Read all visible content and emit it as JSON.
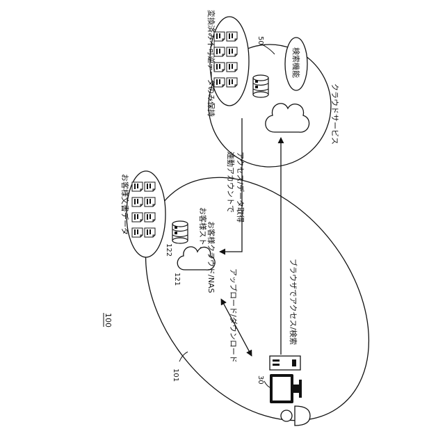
{
  "figure": {
    "number": "100",
    "customer_area": {
      "ref": "101",
      "cloud_ref": "121",
      "storage_ref": "122",
      "cloud_label": "お客様クラウド/NAS",
      "storage_label": "お客様ストレージ",
      "documents_label": "お客様文書データ"
    },
    "cloud_service": {
      "ref": "50",
      "label": "クラウドサービス",
      "search_function_label": "検索機能",
      "converted_data_label": "変換済み不可逆データのみ保持"
    },
    "terminal": {
      "ref": "30"
    },
    "arrows": {
      "upload_download": "アップロード/ダウンロード",
      "linked_account_line1": "連動アカウントで",
      "linked_account_line2": "アクセス/データ取得",
      "browser_access": "ブラウザでアクセス/検索"
    }
  }
}
